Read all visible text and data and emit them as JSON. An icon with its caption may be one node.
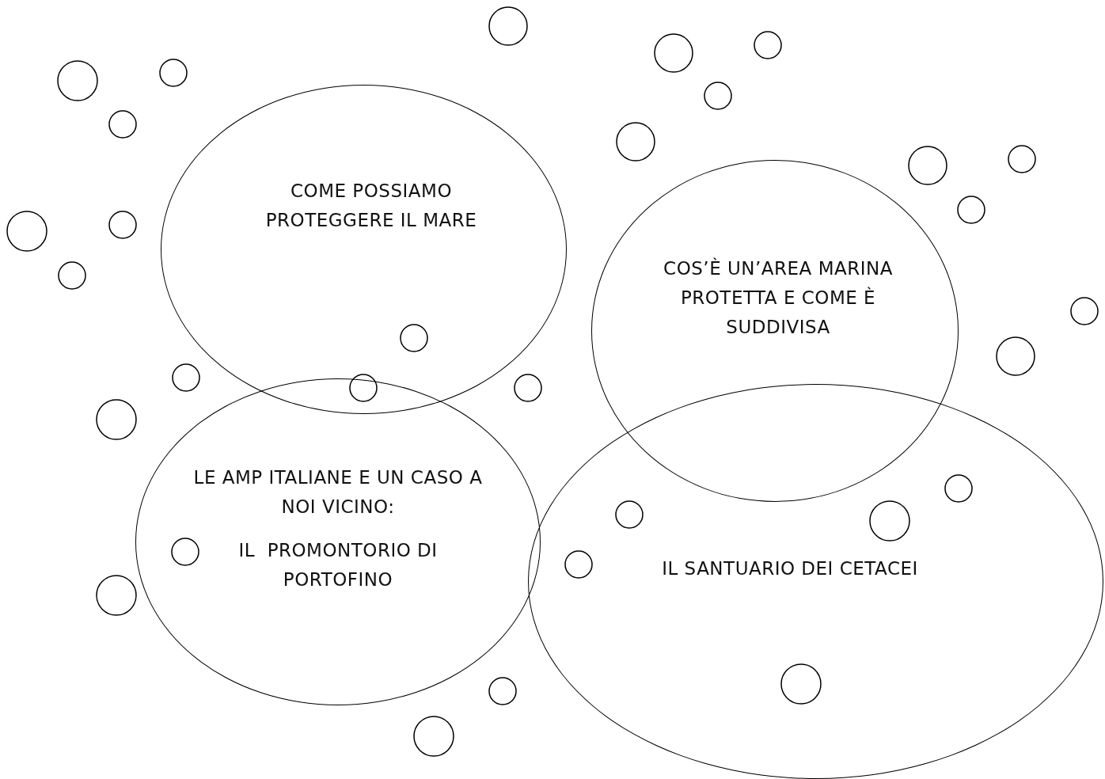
{
  "diagram": {
    "nodes": [
      {
        "text": [
          "COME POSSIAMO PROTEGGERE IL MARE"
        ]
      },
      {
        "text": [
          "COS’È UN’AREA MARINA PROTETTA E COME È SUDDIVISA"
        ]
      },
      {
        "text": [
          "LE AMP ITALIANE E UN CASO A NOI VICINO:",
          "IL  PROMONTORIO DI PORTOFINO"
        ]
      },
      {
        "text": [
          "IL SANTUARIO DEI CETACEI"
        ]
      }
    ]
  }
}
